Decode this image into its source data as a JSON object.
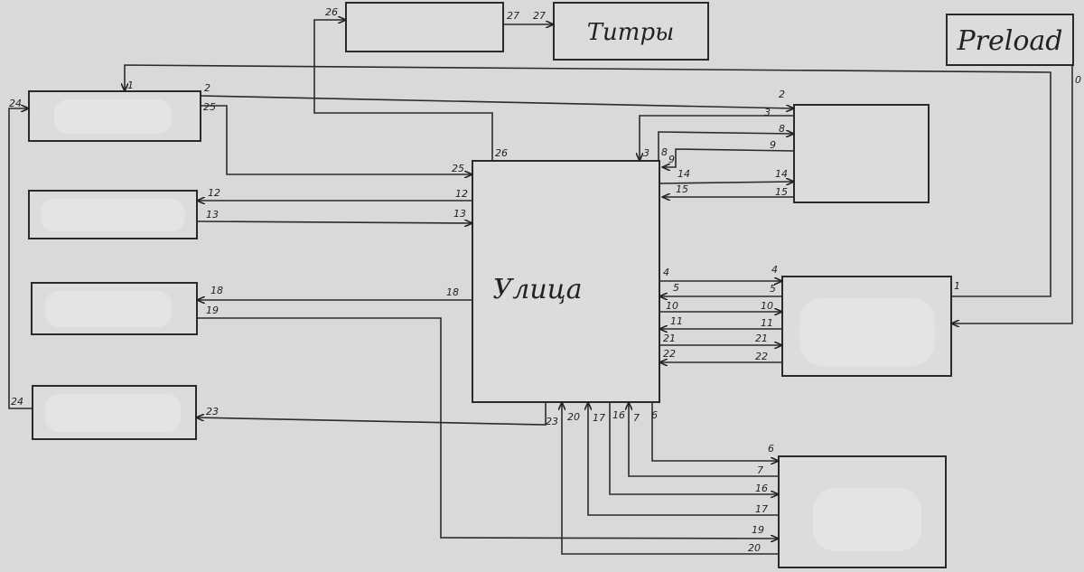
{
  "blocks": {
    "center": "Улица",
    "titles": "Титры",
    "preload": "Preload"
  },
  "connections": [
    {
      "id": "c0",
      "label_start": "0",
      "label_end": ""
    },
    {
      "id": "c1",
      "label_start": "1",
      "label_end": "1"
    },
    {
      "id": "c2",
      "label_start": "2",
      "label_end": "2"
    },
    {
      "id": "c3",
      "label_start": "3",
      "label_end": "3"
    },
    {
      "id": "c8",
      "label_start": "8",
      "label_end": "8"
    },
    {
      "id": "c9",
      "label_start": "9",
      "label_end": "9"
    },
    {
      "id": "c14",
      "label_start": "14",
      "label_end": "14"
    },
    {
      "id": "c15",
      "label_start": "15",
      "label_end": "15"
    },
    {
      "id": "c26",
      "label_start": "26",
      "label_end": "26"
    },
    {
      "id": "c27",
      "label_start": "27",
      "label_end": "27"
    },
    {
      "id": "c25",
      "label_start": "25",
      "label_end": "25"
    },
    {
      "id": "c12",
      "label_start": "12",
      "label_end": "12"
    },
    {
      "id": "c13",
      "label_start": "13",
      "label_end": "13"
    },
    {
      "id": "c18",
      "label_start": "18",
      "label_end": "18"
    },
    {
      "id": "c19",
      "label_start": "19",
      "label_end": "19"
    },
    {
      "id": "c23",
      "label_start": "23",
      "label_end": "23"
    },
    {
      "id": "c24",
      "label_start": "24",
      "label_end": "24"
    },
    {
      "id": "c4",
      "label_start": "4",
      "label_end": "4"
    },
    {
      "id": "c5",
      "label_start": "5",
      "label_end": "5"
    },
    {
      "id": "c10",
      "label_start": "10",
      "label_end": "10"
    },
    {
      "id": "c11",
      "label_start": "11",
      "label_end": "11"
    },
    {
      "id": "c21",
      "label_start": "21",
      "label_end": "21"
    },
    {
      "id": "c22",
      "label_start": "22",
      "label_end": "22"
    },
    {
      "id": "c6",
      "label_start": "6",
      "label_end": "6"
    },
    {
      "id": "c7",
      "label_start": "7",
      "label_end": "7"
    },
    {
      "id": "c16",
      "label_start": "16",
      "label_end": "16"
    },
    {
      "id": "c17",
      "label_start": "17",
      "label_end": "17"
    },
    {
      "id": "c20",
      "label_start": "20",
      "label_end": "20"
    }
  ]
}
